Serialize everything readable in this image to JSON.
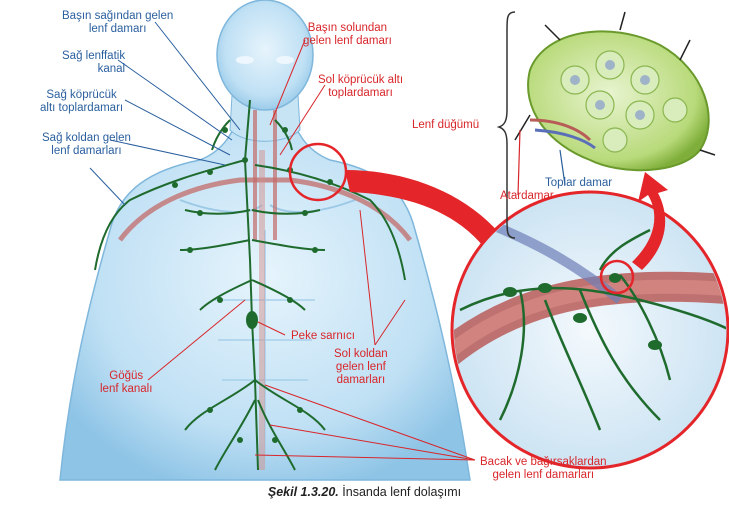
{
  "labels": {
    "basin_sagindan": [
      "Başın sağından gelen",
      "lenf damarı"
    ],
    "sag_lenffatik": [
      "Sağ lenffatik",
      "kanal"
    ],
    "sag_koprucuk": [
      "Sağ köprücük",
      "altı toplardamarı"
    ],
    "sag_koldan": [
      "Sağ koldan gelen",
      "lenf damarları"
    ],
    "basin_solundan": [
      "Başın solundan",
      "gelen lenf damarı"
    ],
    "sol_koprucuk": [
      "Sol köprücük altı",
      "toplardamarı"
    ],
    "lenf_dugumu": "Lenf düğümü",
    "toplar_damar": "Toplar damar",
    "atardamar": "Atardamar",
    "peke_sarnici": "Peke sarnıcı",
    "gogus_lenf": [
      "Göğüs",
      "lenf kanalı"
    ],
    "sol_koldan": [
      "Sol koldan",
      "gelen lenf",
      "damarları"
    ],
    "bacak": [
      "Bacak ve bağırsaklardan",
      "gelen lenf damarları"
    ]
  },
  "caption": {
    "figure": "Şekil 1.3.20.",
    "text": "İnsanda lenf dolaşımı"
  },
  "colors": {
    "label_blue": "#2a5f9e",
    "label_red": "#d8262a",
    "lymph_green": "#1f6b2e",
    "body_blue": "#a9d4ef",
    "artery_red": "#c0504d",
    "big_arrow": "#e4262a"
  }
}
